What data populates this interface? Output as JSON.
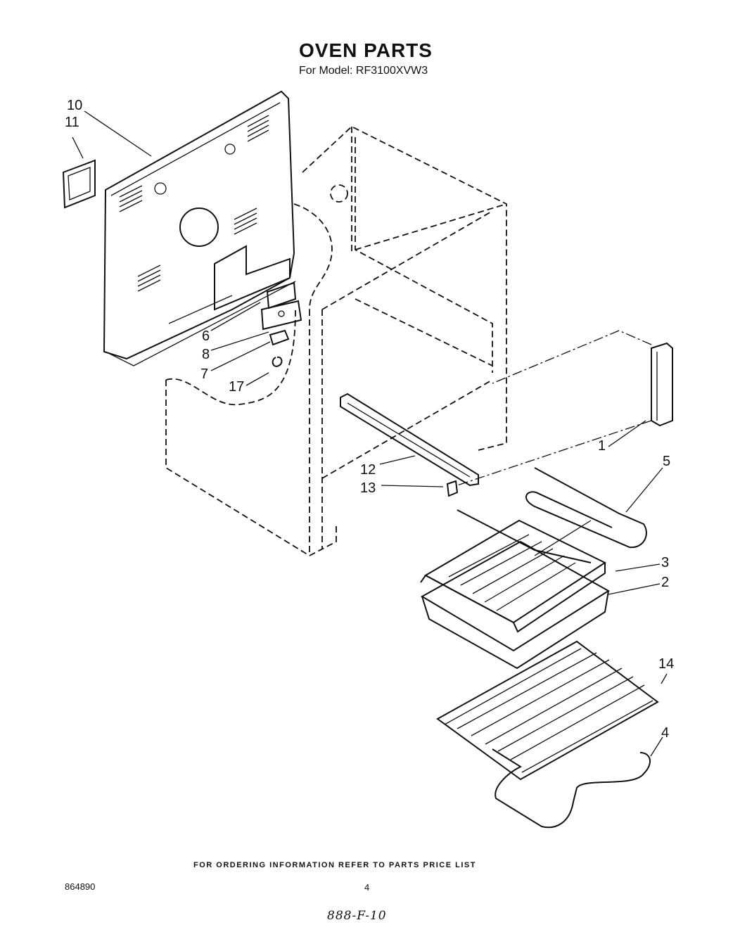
{
  "header": {
    "title": "OVEN PARTS",
    "model_line": "For Model: RF3100XVW3"
  },
  "callouts": {
    "c1": "1",
    "c2": "2",
    "c3": "3",
    "c4": "4",
    "c5": "5",
    "c6": "6",
    "c7": "7",
    "c8": "8",
    "c10": "10",
    "c11": "11",
    "c12": "12",
    "c13": "13",
    "c14": "14",
    "c17": "17"
  },
  "footer": {
    "ordering_note": "FOR ORDERING INFORMATION REFER TO PARTS PRICE LIST",
    "doc_number": "864890",
    "page_number": "4",
    "handwritten_code": "888-F-10"
  }
}
